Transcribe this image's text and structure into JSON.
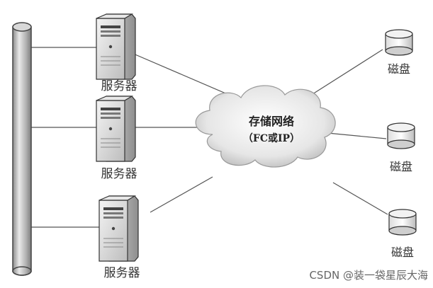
{
  "network": {
    "title": "存储网络",
    "subtitle": "（FC或IP）"
  },
  "servers": [
    {
      "label": "服务器"
    },
    {
      "label": "服务器"
    },
    {
      "label": "服务器"
    }
  ],
  "disks": [
    {
      "label": "磁盘"
    },
    {
      "label": "磁盘"
    },
    {
      "label": "磁盘"
    }
  ],
  "watermark": "CSDN @装一袋星辰大海",
  "icons": [
    "bus-pipe",
    "server-icon",
    "cloud-icon",
    "disk-icon"
  ]
}
